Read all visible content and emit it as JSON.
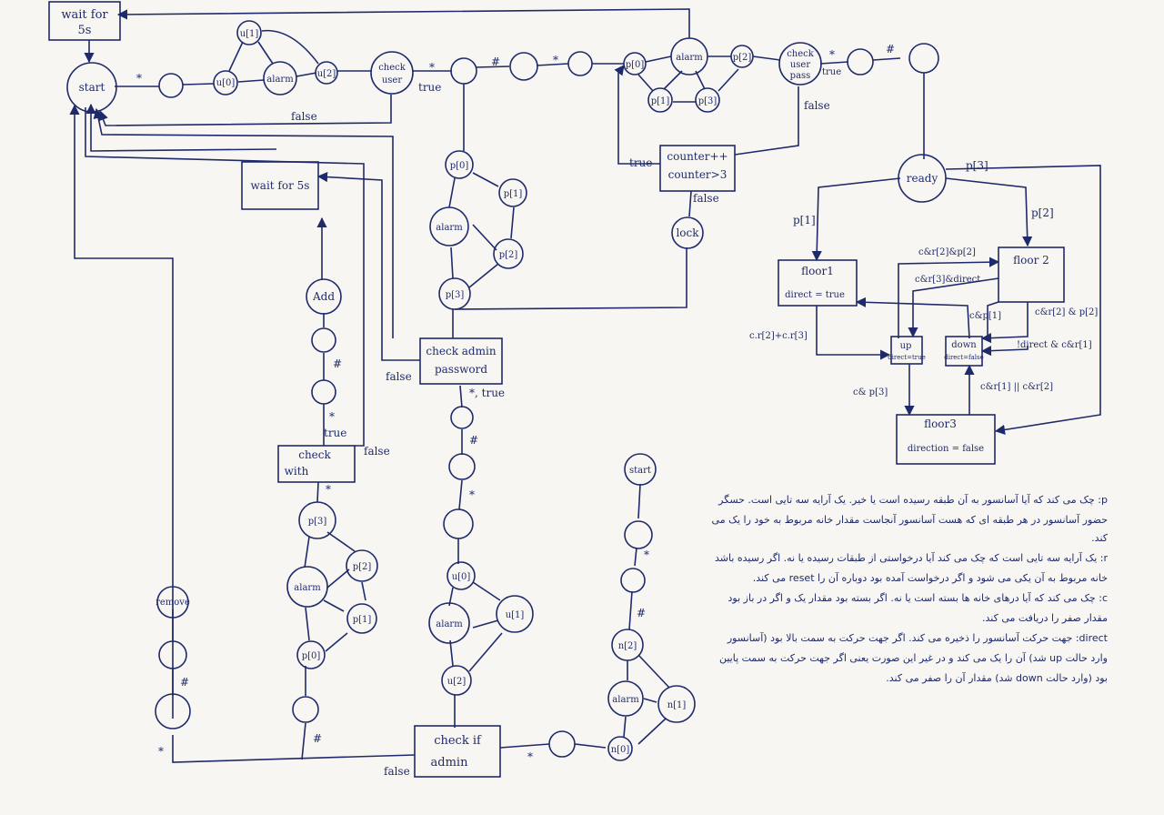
{
  "labels": {
    "wait_5s_top_1": "wait for",
    "wait_5s_top_2": "5s",
    "start": "start",
    "u0": "u[0]",
    "u1": "u[1]",
    "u2": "u[2]",
    "alarm": "alarm",
    "check_user_1": "check",
    "check_user_2": "user",
    "p0": "p[0]",
    "p1": "p[1]",
    "p2": "p[2]",
    "p3": "p[3]",
    "check_user_pass_1": "check",
    "check_user_pass_2": "user",
    "check_user_pass_3": "pass",
    "counter_1": "counter++",
    "counter_2": "counter>3",
    "lock": "lock",
    "wait_5s_mid": "wait for 5s",
    "add": "Add",
    "check_admin_pw_1": "check admin",
    "check_admin_pw_2": "password",
    "check_with_1": "check",
    "check_with_2": "with",
    "remove": "remove",
    "check_if_admin_1": "check if",
    "check_if_admin_2": "admin",
    "n0": "n[0]",
    "n1": "n[1]",
    "n2": "n[2]",
    "ready": "ready",
    "floor1": "floor1",
    "floor1_dir": "direct = true",
    "floor2": "floor 2",
    "floor3": "floor3",
    "floor3_dir": "direction = false",
    "up": "up",
    "up_dir": "direct=true",
    "down": "down",
    "down_dir": "direct=false"
  },
  "edges": {
    "star": "*",
    "hash": "#",
    "true": "true",
    "false": "false",
    "star_true": "*, true",
    "e_p1": "p[1]",
    "e_p2": "p[2]",
    "e_p3": "p[3]",
    "cr2_p2": "c&r[2]&p[2]",
    "cr3_direct": "c&r[3]&direct",
    "cp1": "c&p[1]",
    "cr2_cr3": "c.r[2]+c.r[3]",
    "cr2p2": "c&r[2] & p[2]",
    "direct_cr1": "!direct & c&r[1]",
    "cp3": "c& p[3]",
    "cr1_cr2": "c&r[1] || c&r[2]"
  },
  "notes": {
    "p_1": "p: چک می کند که آیا آسانسور به آن طبقه رسیده است یا خیر. یک آرایه سه تایی است. حسگر",
    "p_2": "حضور آسانسور در هر طبقه ای که هست آسانسور آنجاست مقدار خانه مربوط به خود را یک می کند.",
    "r_1": "r: یک آرایه سه تایی است که چک می کند آیا درخواستی از طبقات رسیده یا نه. اگر رسیده باشد",
    "r_2": "خانه مربوط به آن یکی می شود و اگر درخواست آمده بود دوباره آن را reset می کند.",
    "c_1": "c: چک می کند که آیا درهای خانه ها بسته است یا نه. اگر بسته بود مقدار یک و اگر در باز بود",
    "c_2": "مقدار صفر را دریافت می کند.",
    "d_1": "direct: جهت حرکت آسانسور را ذخیره می کند. اگر جهت حرکت به سمت بالا بود (آسانسور",
    "d_2": "وارد حالت up شد) آن را یک می کند و در غیر این صورت یعنی اگر جهت حرکت به سمت پایین",
    "d_3": "بود (وارد حالت down شد) مقدار آن را صفر می کند."
  }
}
